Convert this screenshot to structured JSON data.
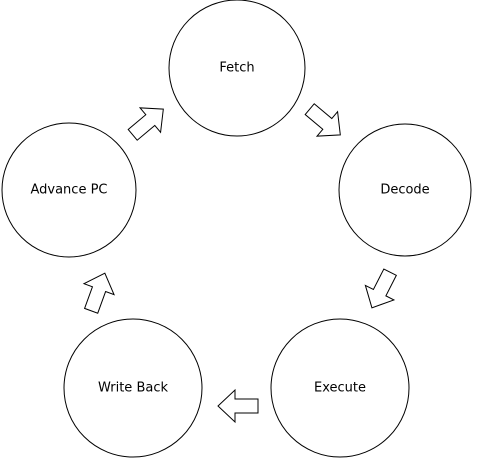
{
  "diagram": {
    "type": "cycle",
    "stages": [
      {
        "id": "fetch",
        "label": "Fetch"
      },
      {
        "id": "decode",
        "label": "Decode"
      },
      {
        "id": "execute",
        "label": "Execute"
      },
      {
        "id": "write-back",
        "label": "Write Back"
      },
      {
        "id": "advance-pc",
        "label": "Advance PC"
      }
    ],
    "arrows": [
      {
        "from": "fetch",
        "to": "decode"
      },
      {
        "from": "decode",
        "to": "execute"
      },
      {
        "from": "execute",
        "to": "write-back"
      },
      {
        "from": "write-back",
        "to": "advance-pc"
      },
      {
        "from": "advance-pc",
        "to": "fetch"
      }
    ],
    "colors": {
      "stroke": "#000000",
      "fill": "#ffffff",
      "text": "#000000"
    }
  }
}
